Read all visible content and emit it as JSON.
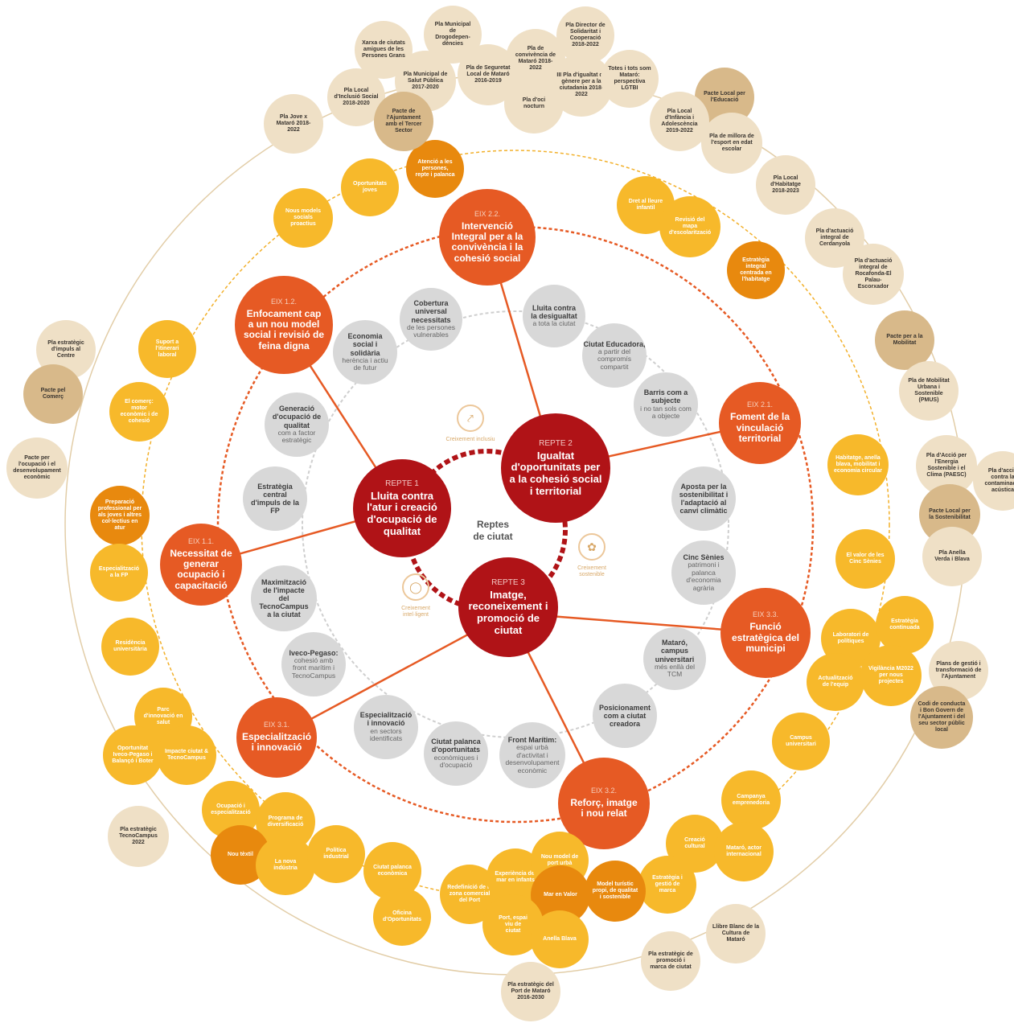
{
  "center": {
    "title_line1": "Reptes",
    "title_line2": "de ciutat"
  },
  "reptes": [
    {
      "tag": "REPTE 1",
      "label": "Lluita contra l'atur i creació d'ocupació de qualitat"
    },
    {
      "tag": "REPTE 2",
      "label": "Igualtat d'oportunitats per a la cohesió social i territorial"
    },
    {
      "tag": "REPTE 3",
      "label": "Imatge, reconeixement i promoció de ciutat"
    }
  ],
  "creixement": [
    {
      "label": "Creixement inclusiu",
      "icon": "arrows-inward-icon"
    },
    {
      "label": "Creixement sostenible",
      "icon": "leaf-icon"
    },
    {
      "label": "Creixement intel·ligent",
      "icon": "lightbulb-icon"
    }
  ],
  "eixos": [
    {
      "tag": "EIX 1.1.",
      "label": "Necessitat de generar ocupació i capacitació"
    },
    {
      "tag": "EIX 1.2.",
      "label": "Enfocament cap a un nou model social i revisió de feina digna"
    },
    {
      "tag": "EIX 2.1.",
      "label": "Foment de la vinculació territorial"
    },
    {
      "tag": "EIX 2.2.",
      "label": "Intervenció Integral per a la convivència i la cohesió social"
    },
    {
      "tag": "EIX 3.1.",
      "label": "Especialització i innovació"
    },
    {
      "tag": "EIX 3.2.",
      "label": "Reforç, imatge i nou relat"
    },
    {
      "tag": "EIX 3.3.",
      "label": "Funció estratègica del municipi"
    }
  ],
  "grey_nodes": [
    {
      "bold": "Cobertura universal necessitats",
      "sub": "de les persones vulnerables"
    },
    {
      "bold": "Lluita contra la desigualtat",
      "sub": "a tota la ciutat"
    },
    {
      "bold": "Ciutat Educadora,",
      "sub": "a partir del compromís compartit"
    },
    {
      "bold": "Barris com a subjecte",
      "sub": "i no tan sols com a objecte"
    },
    {
      "bold": "Economia social i solidària",
      "sub": "herència i actiu de futur"
    },
    {
      "bold": "Generació d'ocupació de qualitat",
      "sub": "com a factor estratègic"
    },
    {
      "bold": "Estratègia central d'impuls de la FP",
      "sub": ""
    },
    {
      "bold": "Aposta per la sostenibilitat i l'adaptació al canvi climàtic",
      "sub": ""
    },
    {
      "bold": "Cinc Sènies",
      "sub": "patrimoni i palanca d'economia agrària"
    },
    {
      "bold": "Maximització de l'impacte del TecnoCampus a la ciutat",
      "sub": ""
    },
    {
      "bold": "Mataró, campus universitari",
      "sub": "més enllà del TCM"
    },
    {
      "bold": "Iveco-Pegaso:",
      "sub": "cohesió amb front marítim i TecnoCampus"
    },
    {
      "bold": "Posicionament com a ciutat creadora",
      "sub": ""
    },
    {
      "bold": "Especialització i innovació",
      "sub": "en sectors identificats"
    },
    {
      "bold": "Ciutat palanca d'oportunitats",
      "sub": "econòmiques i d'ocupació"
    },
    {
      "bold": "Front Marítim:",
      "sub": "espai urbà d'activitat i desenvolupament econòmic"
    }
  ],
  "action_nodes": [
    {
      "label": "Atenció a les persones, repte i palanca",
      "tone": "dorange"
    },
    {
      "label": "Oportunitats joves",
      "tone": "yellow"
    },
    {
      "label": "Nous models socials proactius",
      "tone": "yellow"
    },
    {
      "label": "Dret al lleure infantil",
      "tone": "yellow"
    },
    {
      "label": "Revisió del mapa d'escolarització",
      "tone": "yellow"
    },
    {
      "label": "Estratègia integral centrada en l'habitatge",
      "tone": "dorange"
    },
    {
      "label": "Suport a l'itinerari laboral",
      "tone": "yellow"
    },
    {
      "label": "El comerç: motor econòmic i de cohesió",
      "tone": "yellow"
    },
    {
      "label": "Preparació professional per als joves i altres col·lectius en atur",
      "tone": "dorange"
    },
    {
      "label": "Especialització a la FP",
      "tone": "yellow"
    },
    {
      "label": "Residència universitària",
      "tone": "yellow"
    },
    {
      "label": "Habitatge, anella blava, mobilitat i economia circular",
      "tone": "yellow"
    },
    {
      "label": "El valor de les Cinc Sènies",
      "tone": "yellow"
    },
    {
      "label": "Laboratori de polítiques",
      "tone": "yellow"
    },
    {
      "label": "Estratègia continuada",
      "tone": "yellow"
    },
    {
      "label": "Actualització de l'equip",
      "tone": "yellow"
    },
    {
      "label": "Vigilància M2022 per nous projectes",
      "tone": "yellow"
    },
    {
      "label": "Campus universitari",
      "tone": "yellow"
    },
    {
      "label": "Campanya emprenedoria",
      "tone": "yellow"
    },
    {
      "label": "Creació cultural",
      "tone": "yellow"
    },
    {
      "label": "Mataró, actor internacional",
      "tone": "yellow"
    },
    {
      "label": "Estratègia i gestió de marca",
      "tone": "yellow"
    },
    {
      "label": "Parc d'innovació en salut",
      "tone": "yellow"
    },
    {
      "label": "Oportunitat Iveco-Pegaso i Balançó i Boter",
      "tone": "yellow"
    },
    {
      "label": "Impacte ciutat & TecnoCampus",
      "tone": "yellow"
    },
    {
      "label": "Ocupació i especialització",
      "tone": "yellow"
    },
    {
      "label": "Programa de diversificació",
      "tone": "yellow"
    },
    {
      "label": "Nou tèxtil",
      "tone": "dorange"
    },
    {
      "label": "La nova indústria",
      "tone": "yellow"
    },
    {
      "label": "Política industrial",
      "tone": "yellow"
    },
    {
      "label": "Ciutat palanca econòmica",
      "tone": "yellow"
    },
    {
      "label": "Oficina d'Oportunitats",
      "tone": "yellow"
    },
    {
      "label": "Redefinició de la zona comercial del Port",
      "tone": "yellow"
    },
    {
      "label": "Experiència del mar en infants",
      "tone": "yellow"
    },
    {
      "label": "Nou model de port urbà",
      "tone": "yellow"
    },
    {
      "label": "Mar en Valor",
      "tone": "dorange"
    },
    {
      "label": "Model turístic propi, de qualitat i sostenible",
      "tone": "dorange"
    },
    {
      "label": "Port, espai viu de ciutat",
      "tone": "yellow"
    },
    {
      "label": "Anella Blava",
      "tone": "yellow"
    }
  ],
  "plans": [
    {
      "label": "Pla Municipal de Drogodepen-dències",
      "tone": "beige"
    },
    {
      "label": "Pla Director de Solidaritat i Cooperació 2018-2022",
      "tone": "beige"
    },
    {
      "label": "Xarxa de ciutats amigues de les Persones Grans",
      "tone": "beige"
    },
    {
      "label": "Pla de convivència de Mataró 2018-2022",
      "tone": "beige"
    },
    {
      "label": "Pla Municipal de Salut Pública 2017-2020",
      "tone": "beige"
    },
    {
      "label": "Pla de Seguretat Local de Mataró 2016-2019",
      "tone": "beige"
    },
    {
      "label": "III Pla d'igualtat de gènere per a la ciutadania 2018-2022",
      "tone": "beige"
    },
    {
      "label": "Totes i tots som Mataró: perspectiva LGTBI",
      "tone": "beige"
    },
    {
      "label": "Pla Local d'Inclusió Social 2018-2020",
      "tone": "beige"
    },
    {
      "label": "Pacte de l'Ajuntament amb el Tercer Sector",
      "tone": "tan"
    },
    {
      "label": "Pla d'oci nocturn",
      "tone": "beige"
    },
    {
      "label": "Pla Jove x Mataró 2018-2022",
      "tone": "beige"
    },
    {
      "label": "Pacte Local per l'Educació",
      "tone": "tan"
    },
    {
      "label": "Pla Local d'Infància i Adolescència 2019-2022",
      "tone": "beige"
    },
    {
      "label": "Pla de millora de l'esport en edat escolar",
      "tone": "beige"
    },
    {
      "label": "Pla Local d'Habitatge 2018-2023",
      "tone": "beige"
    },
    {
      "label": "Pla d'actuació integral de Cerdanyola",
      "tone": "beige"
    },
    {
      "label": "Pla d'actuació integral de Rocafonda-El Palau-Escorxador",
      "tone": "beige"
    },
    {
      "label": "Pacte per a la Mobilitat",
      "tone": "tan"
    },
    {
      "label": "Pla de Mobilitat Urbana i Sostenible (PMUS)",
      "tone": "beige"
    },
    {
      "label": "Pla d'Acció per l'Energia Sostenible i el Clima (PAESC)",
      "tone": "beige"
    },
    {
      "label": "Pla d'acció contra la contaminació acústica",
      "tone": "beige"
    },
    {
      "label": "Pacte Local per la Sostenibilitat",
      "tone": "tan"
    },
    {
      "label": "Pla Anella Verda i Blava",
      "tone": "beige"
    },
    {
      "label": "Plans de gestió i transformació de l'Ajuntament",
      "tone": "beige"
    },
    {
      "label": "Codi de conducta i Bon Govern de l'Ajuntament i del seu sector públic local",
      "tone": "tan"
    },
    {
      "label": "Pla estratègic d'impuls al Centre",
      "tone": "beige"
    },
    {
      "label": "Pacte pel Comerç",
      "tone": "tan"
    },
    {
      "label": "Pacte per l'ocupació i el desenvolupament econòmic",
      "tone": "beige"
    },
    {
      "label": "Pla estratègic TecnoCampus 2022",
      "tone": "beige"
    },
    {
      "label": "Llibre Blanc de la Cultura de Mataró",
      "tone": "beige"
    },
    {
      "label": "Pla estratègic de promoció i marca de ciutat",
      "tone": "beige"
    },
    {
      "label": "Pla estratègic del Port de Mataró 2016-2030",
      "tone": "beige"
    }
  ]
}
